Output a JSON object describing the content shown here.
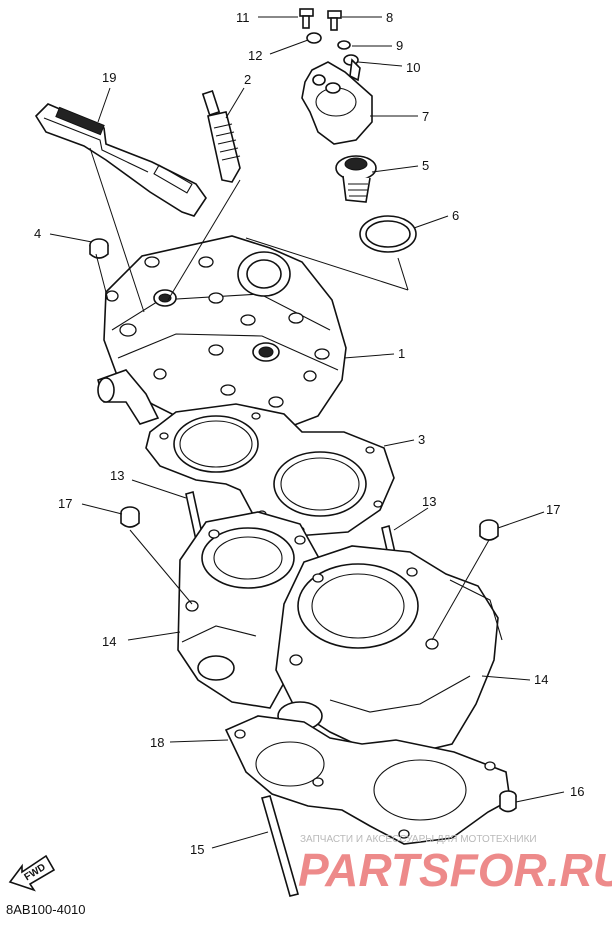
{
  "diagram_code": "8AB100-4010",
  "callouts": {
    "c1": "1",
    "c2": "2",
    "c3": "3",
    "c4": "4",
    "c5": "5",
    "c6": "6",
    "c7": "7",
    "c8": "8",
    "c9": "9",
    "c10": "10",
    "c11": "11",
    "c12": "12",
    "c13a": "13",
    "c13b": "13",
    "c14a": "14",
    "c14b": "14",
    "c15": "15",
    "c16": "16",
    "c17a": "17",
    "c17b": "17",
    "c18": "18",
    "c19": "19"
  },
  "fwd_label": "FWD",
  "watermark": {
    "tagline": "ЗАПЧАСТИ И АКСЕССУАРЫ ДЛЯ МОТОТЕХНИКИ",
    "brand": "PARTSFOR.RU"
  },
  "colors": {
    "ink": "#111111",
    "watermark": "#e02b2b"
  }
}
